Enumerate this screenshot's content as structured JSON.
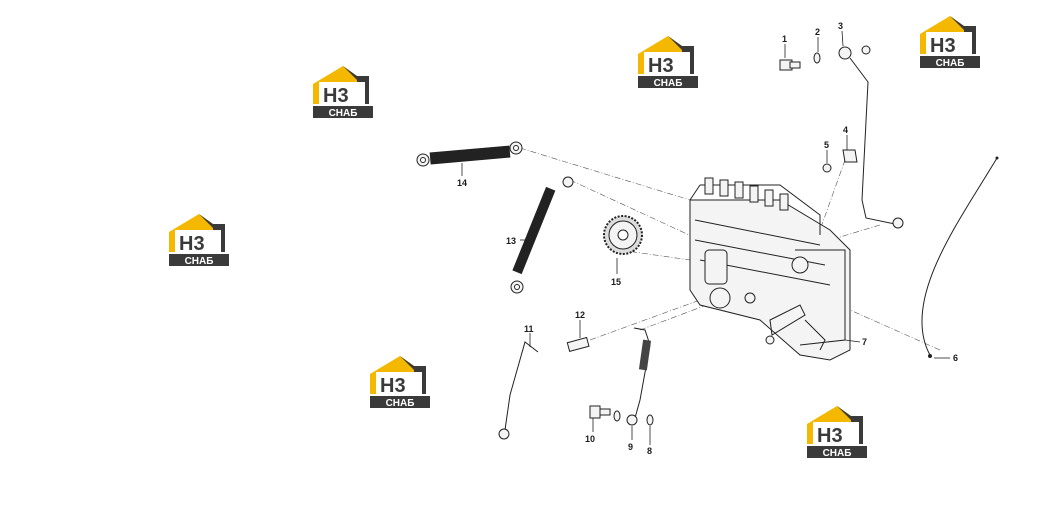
{
  "watermark": {
    "letters": "H3",
    "caption": "СНАБ",
    "colors": {
      "yellow": "#f5b800",
      "dark": "#3a3a3a",
      "white": "#ffffff"
    }
  },
  "callouts": [
    {
      "id": "1",
      "label": "1"
    },
    {
      "id": "2",
      "label": "2"
    },
    {
      "id": "3",
      "label": "3"
    },
    {
      "id": "4",
      "label": "4"
    },
    {
      "id": "5",
      "label": "5"
    },
    {
      "id": "6",
      "label": "6"
    },
    {
      "id": "7",
      "label": "7"
    },
    {
      "id": "8",
      "label": "8"
    },
    {
      "id": "9",
      "label": "9"
    },
    {
      "id": "10",
      "label": "10"
    },
    {
      "id": "11",
      "label": "11"
    },
    {
      "id": "12",
      "label": "12"
    },
    {
      "id": "13",
      "label": "13"
    },
    {
      "id": "14",
      "label": "14"
    },
    {
      "id": "15",
      "label": "15"
    }
  ]
}
